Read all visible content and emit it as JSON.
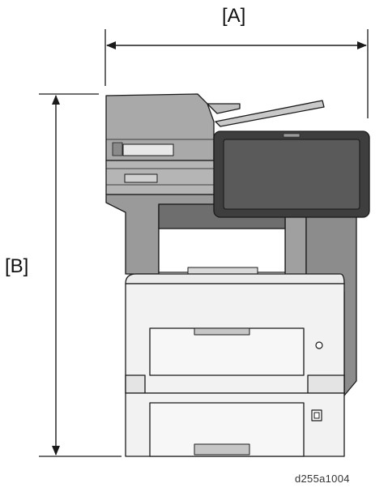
{
  "dimensions": {
    "width_label": "[A]",
    "height_label": "[B]"
  },
  "figure_id": "d255a1004",
  "colors": {
    "line": "#1a1a1a",
    "body_light": "#f2f2f2",
    "body_mid": "#a9a9a9",
    "body_dark": "#7f7f7f",
    "screen": "#5a5a5a",
    "panel_frame": "#3e3e3e"
  }
}
